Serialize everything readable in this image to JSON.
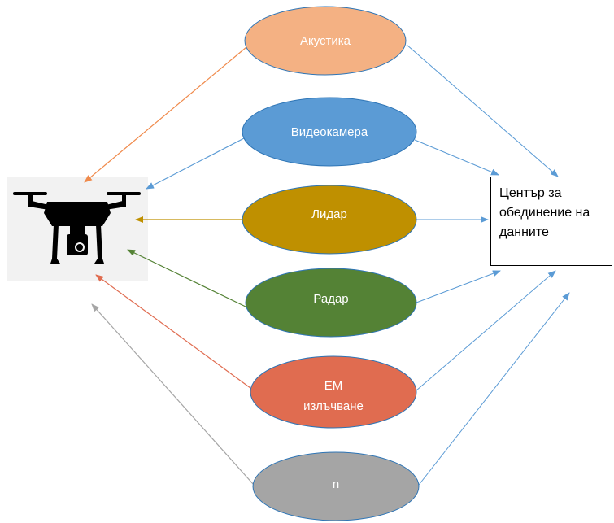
{
  "nodes": [
    {
      "id": "akustika",
      "label": "Акустика",
      "fill": "#f4b183",
      "stroke": "#2e75b6"
    },
    {
      "id": "videokamera",
      "label": "Видеокамера",
      "fill": "#5b9bd5",
      "stroke": "#2e75b6"
    },
    {
      "id": "lidar",
      "label": "Лидар",
      "fill": "#bf9000",
      "stroke": "#2e75b6"
    },
    {
      "id": "radar",
      "label": "Радар",
      "fill": "#548235",
      "stroke": "#2e75b6"
    },
    {
      "id": "em",
      "label_line1": "ЕМ",
      "label_line2": "излъчване",
      "fill": "#e06c50",
      "stroke": "#2e75b6"
    },
    {
      "id": "n",
      "label": "n",
      "fill": "#a5a5a5",
      "stroke": "#2e75b6"
    }
  ],
  "center": {
    "line1": "Център за",
    "line2": "обединение на",
    "line3": "данните"
  },
  "colors": {
    "arrow_right": "#5b9bd5",
    "arrow_akustika": "#f08a4b",
    "arrow_videokamera": "#5b9bd5",
    "arrow_lidar": "#bf9000",
    "arrow_radar": "#548235",
    "arrow_em": "#e06c50",
    "arrow_n": "#a5a5a5",
    "drone_bg": "#f2f2f2"
  },
  "icons": {
    "drone": "drone-icon"
  }
}
